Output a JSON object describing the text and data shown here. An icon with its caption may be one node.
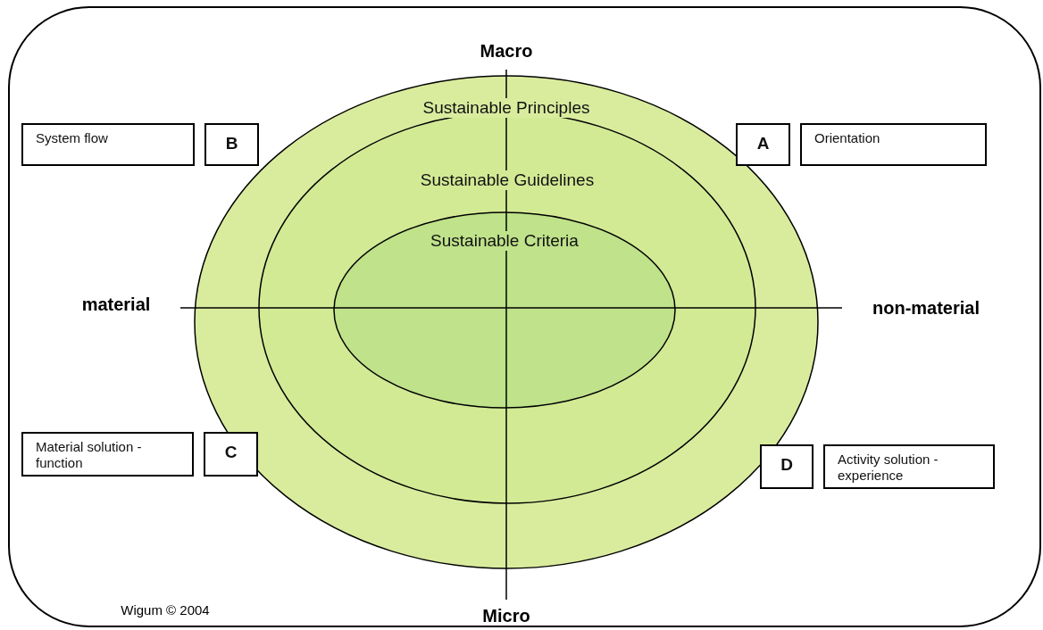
{
  "diagram": {
    "nodes": [
      {
        "text": [
          "Sustainable Principles"
        ]
      },
      {
        "text": [
          "Sustainable Guidelines"
        ],
        "in": 0
      },
      {
        "text": [
          "Sustainable Criteria"
        ],
        "in": 1
      },
      {
        "text": [
          "System flow"
        ]
      },
      {
        "text": [
          "B"
        ]
      },
      {
        "text": [
          "A"
        ]
      },
      {
        "text": [
          "Orientation"
        ]
      },
      {
        "text": [
          "Material solution - function"
        ]
      },
      {
        "text": [
          "C"
        ]
      },
      {
        "text": [
          "D"
        ]
      },
      {
        "text": [
          "Activity solution - experience"
        ]
      }
    ],
    "edges": [],
    "labels": [
      "Macro",
      "material",
      "non-material",
      "Micro",
      "Wigum © 2004"
    ]
  }
}
